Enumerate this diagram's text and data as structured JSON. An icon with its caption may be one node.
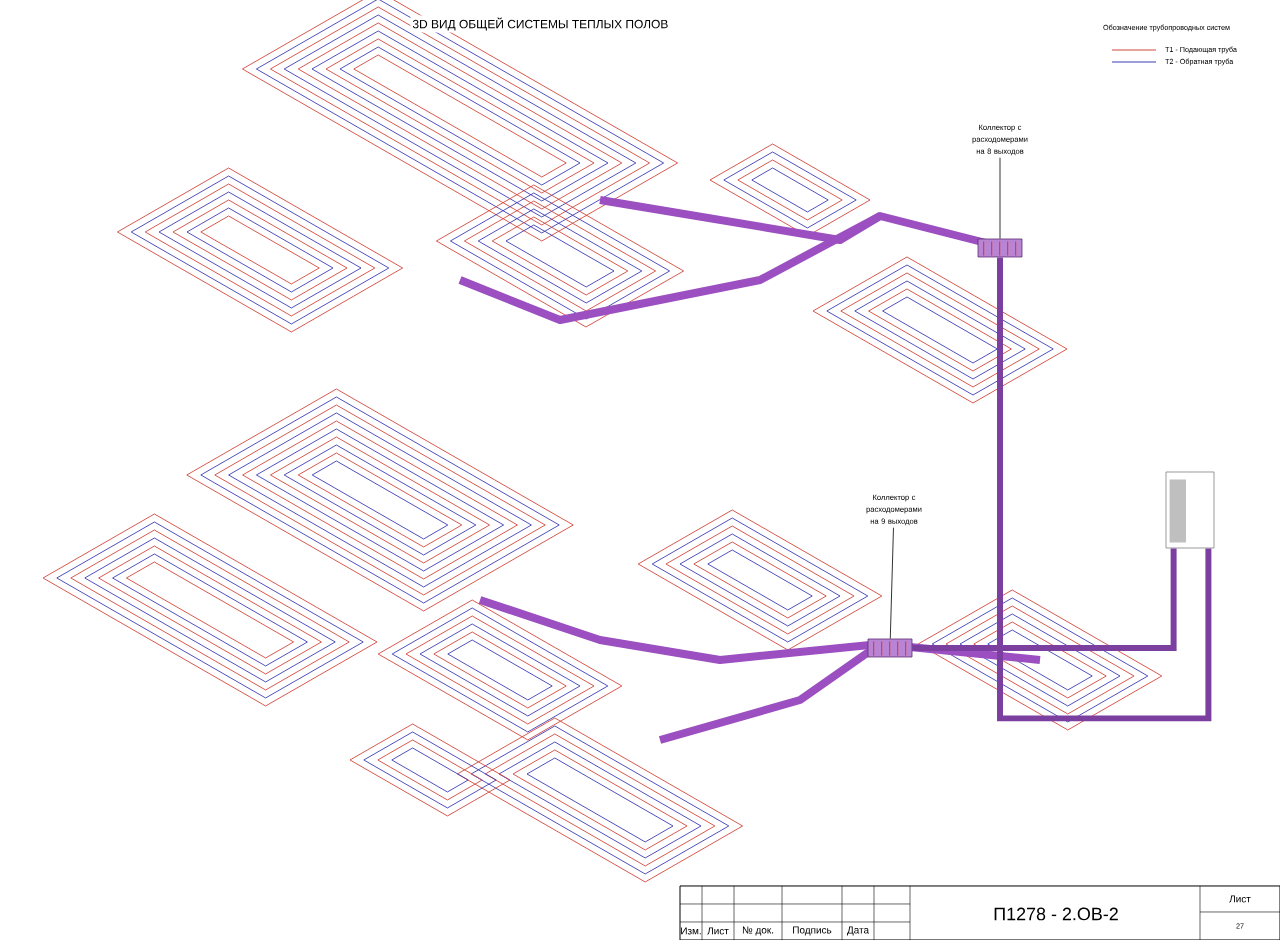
{
  "diagram": {
    "title": "3D ВИД ОБЩЕЙ СИСТЕМЫ ТЕПЛЫХ ПОЛОВ",
    "nodes": [
      {
        "text": [
          "Коллектор с расходомерами на 8 выходов"
        ]
      },
      {
        "text": [],
        "shape": "picture"
      },
      {
        "text": [
          "Коллектор с расходомерами на 9 выходов"
        ]
      },
      {
        "text": [],
        "shape": "picture"
      },
      {
        "text": [],
        "shape": "picture"
      }
    ],
    "edges": [
      {
        "from": 0,
        "to": 1,
        "arrow": "none"
      },
      {
        "from": 2,
        "to": 3,
        "arrow": "none"
      },
      {
        "from": 1,
        "to": 4,
        "arrow": "none",
        "style": "thick",
        "color": "#7b3fa0"
      },
      {
        "from": 3,
        "to": 4,
        "arrow": "none",
        "style": "thick",
        "color": "#7b3fa0"
      }
    ],
    "labels": [
      "Обозначение трубопроводных систем",
      "Изм.",
      "Лист",
      "№ док.",
      "Подпись",
      "Дата",
      "П1278 - 2.ОВ-2",
      "Лист",
      "27"
    ],
    "legend": [
      {
        "text": "Т1 - Подающая труба"
      },
      {
        "text": "Т2 - Обратная труба"
      }
    ]
  }
}
